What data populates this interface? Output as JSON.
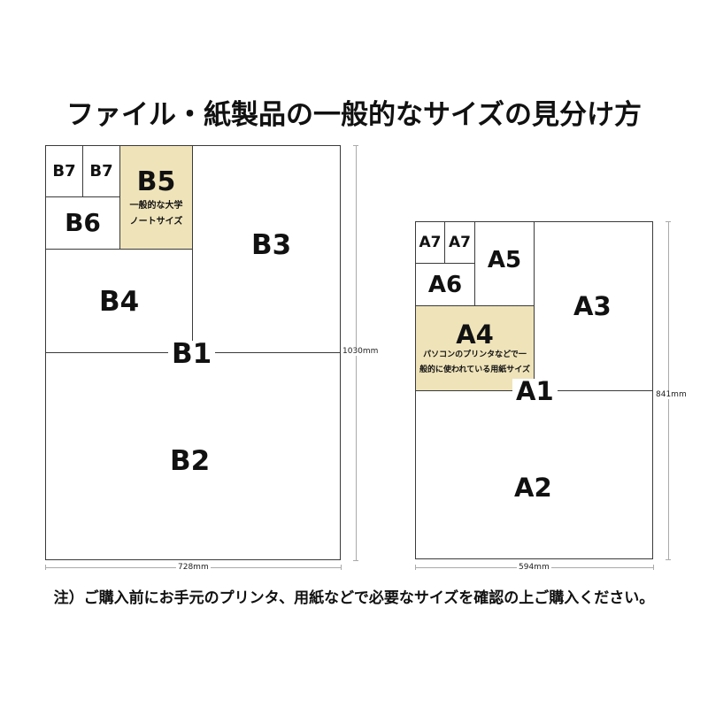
{
  "title": "ファイル・紙製品の一般的なサイズの見分け方",
  "note": "注）ご購入前にお手元のプリンタ、用紙などで必要なサイズを確認の上ご購入ください。",
  "colors": {
    "highlight": "#efe3b9",
    "border": "#3a3a3a",
    "dimension_line": "#aaaaaa"
  },
  "b_series": {
    "b1": "B1",
    "b2": "B2",
    "b3": "B3",
    "b4": "B4",
    "b5": "B5",
    "b5_note_line1": "一般的な大学",
    "b5_note_line2": "ノートサイズ",
    "b6": "B6",
    "b7_left": "B7",
    "b7_right": "B7",
    "height_dim": "1030mm",
    "width_dim": "728mm"
  },
  "a_series": {
    "a1": "A1",
    "a2": "A2",
    "a3": "A3",
    "a4": "A4",
    "a4_note_line1": "パソコンのプリンタなどで一",
    "a4_note_line2": "般的に使われている用紙サイズ",
    "a5": "A5",
    "a6": "A6",
    "a7_left": "A7",
    "a7_right": "A7",
    "height_dim": "841mm",
    "width_dim": "594mm"
  }
}
